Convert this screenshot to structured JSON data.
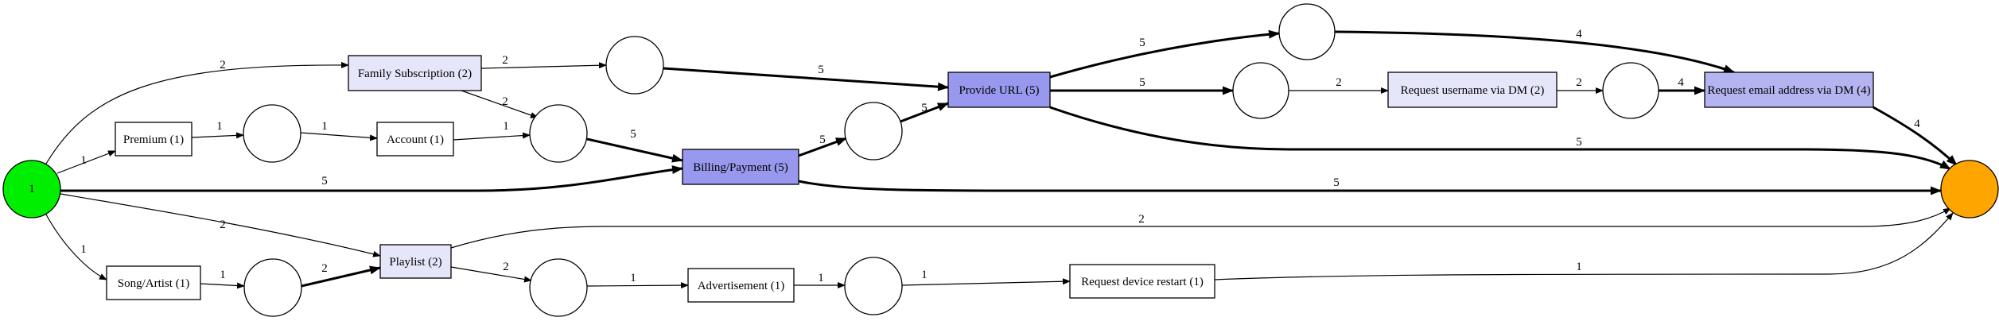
{
  "colors": {
    "start_place": "#00ee00",
    "end_place": "#ffa500",
    "transition_low": "#e6e6fa",
    "transition_mid": "#b4b4f0",
    "transition_high": "#9898ee",
    "transition_min": "#ffffff",
    "edge": "#000000"
  },
  "diagram": {
    "start_place_label": "1",
    "transitions": [
      {
        "id": "family",
        "label": "Family Subscription (2)",
        "count": 2
      },
      {
        "id": "premium",
        "label": "Premium (1)",
        "count": 1
      },
      {
        "id": "account",
        "label": "Account (1)",
        "count": 1
      },
      {
        "id": "billing",
        "label": "Billing/Payment (5)",
        "count": 5
      },
      {
        "id": "provide",
        "label": "Provide URL (5)",
        "count": 5
      },
      {
        "id": "requser",
        "label": "Request username via DM (2)",
        "count": 2
      },
      {
        "id": "reqemail",
        "label": "Request email address via DM (4)",
        "count": 4
      },
      {
        "id": "playlist",
        "label": "Playlist (2)",
        "count": 2
      },
      {
        "id": "song",
        "label": "Song/Artist (1)",
        "count": 1
      },
      {
        "id": "advert",
        "label": "Advertisement (1)",
        "count": 1
      },
      {
        "id": "restart",
        "label": "Request device restart (1)",
        "count": 1
      }
    ],
    "arcs": [
      {
        "id": "start-family",
        "label": "2"
      },
      {
        "id": "start-premium",
        "label": "1"
      },
      {
        "id": "start-billing",
        "label": "5"
      },
      {
        "id": "start-playlist",
        "label": "2"
      },
      {
        "id": "start-song",
        "label": "1"
      },
      {
        "id": "family-p1",
        "label": "2"
      },
      {
        "id": "family-p3",
        "label": "2"
      },
      {
        "id": "p1-provide",
        "label": "5"
      },
      {
        "id": "premium-p2",
        "label": "1"
      },
      {
        "id": "p2-account",
        "label": "1"
      },
      {
        "id": "account-p3",
        "label": "1"
      },
      {
        "id": "p3-billing",
        "label": "5"
      },
      {
        "id": "billing-p4",
        "label": "5"
      },
      {
        "id": "billing-end",
        "label": "5"
      },
      {
        "id": "p4-provide",
        "label": "5"
      },
      {
        "id": "provide-p5",
        "label": "5"
      },
      {
        "id": "provide-p6",
        "label": "5"
      },
      {
        "id": "provide-end",
        "label": "5"
      },
      {
        "id": "p5-reqemail",
        "label": "4"
      },
      {
        "id": "p6-requser",
        "label": "2"
      },
      {
        "id": "requser-p7",
        "label": "2"
      },
      {
        "id": "p7-reqemail",
        "label": "4"
      },
      {
        "id": "reqemail-end",
        "label": "4"
      },
      {
        "id": "song-p8",
        "label": "1"
      },
      {
        "id": "p8-playlist",
        "label": "2"
      },
      {
        "id": "playlist-p9",
        "label": "2"
      },
      {
        "id": "playlist-end",
        "label": "2"
      },
      {
        "id": "p9-advert",
        "label": "1"
      },
      {
        "id": "advert-p10",
        "label": "1"
      },
      {
        "id": "p10-restart",
        "label": "1"
      },
      {
        "id": "restart-end",
        "label": "1"
      }
    ]
  }
}
